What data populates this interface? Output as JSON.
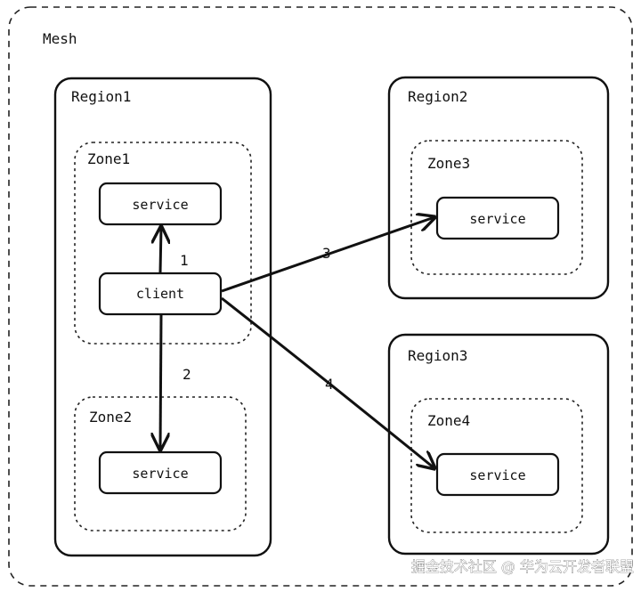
{
  "mesh": {
    "label": "Mesh"
  },
  "regions": [
    {
      "label": "Region1"
    },
    {
      "label": "Region2"
    },
    {
      "label": "Region3"
    }
  ],
  "zones": [
    {
      "label": "Zone1"
    },
    {
      "label": "Zone2"
    },
    {
      "label": "Zone3"
    },
    {
      "label": "Zone4"
    }
  ],
  "nodes": {
    "client": "client",
    "service_zone1": "service",
    "service_zone2": "service",
    "service_zone3": "service",
    "service_zone4": "service"
  },
  "edges": [
    {
      "label": "1",
      "from": "client",
      "to": "service_zone1"
    },
    {
      "label": "2",
      "from": "client",
      "to": "service_zone2"
    },
    {
      "label": "3",
      "from": "client",
      "to": "service_zone3"
    },
    {
      "label": "4",
      "from": "client",
      "to": "service_zone4"
    }
  ],
  "watermark": "掘金技术社区 @ 华为云开发者联盟",
  "colors": {
    "stroke": "#111111",
    "background": "#ffffff"
  }
}
